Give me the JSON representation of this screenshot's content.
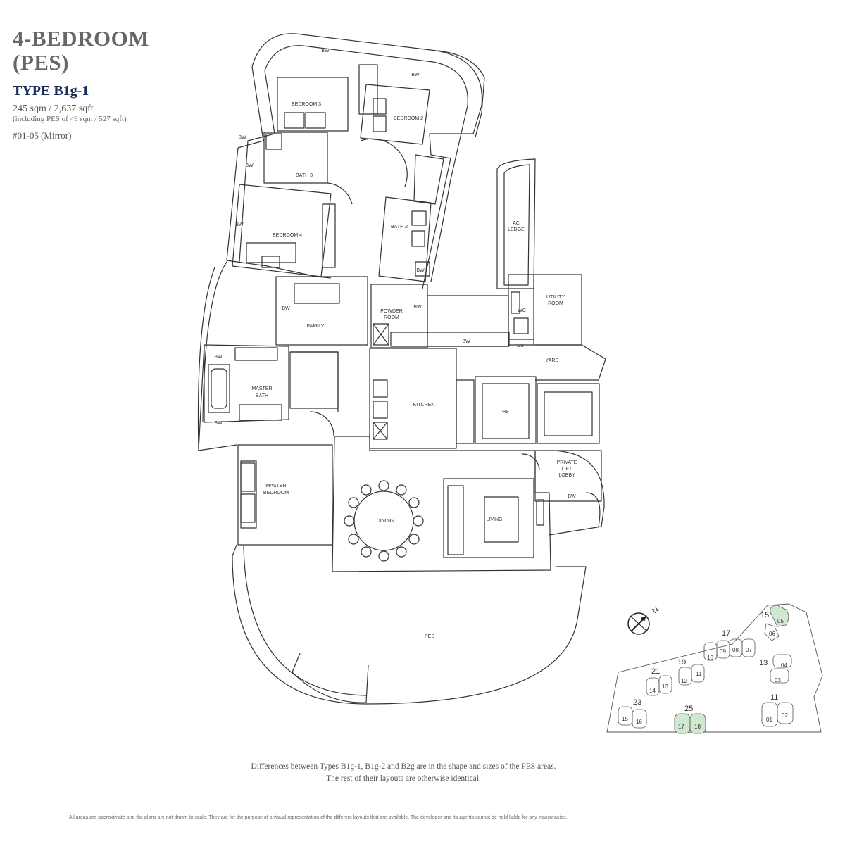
{
  "header": {
    "title_line1": "4-BEDROOM",
    "title_line2": "(PES)",
    "type": "TYPE B1g-1",
    "area": "245 sqm / 2,637 sqft",
    "area_note": "(including PES of 49 sqm / 527 sqft)",
    "unit": "#01-05 (Mirror)"
  },
  "rooms": {
    "bedroom3": "BEDROOM 3",
    "bedroom2": "BEDROOM 2",
    "bedroom4": "BEDROOM 4",
    "bath3": "BATH 3",
    "bath2": "BATH 2",
    "family": "FAMILY",
    "powder1": "POWDER",
    "powder2": "ROOM",
    "ac1": "AC",
    "ac2": "LEDGE",
    "utility1": "UTILITY",
    "utility2": "ROOM",
    "wc": "WC",
    "ds": "DS",
    "yard": "YARD",
    "kitchen": "KITCHEN",
    "hs": "HS",
    "masterbath1": "MASTER",
    "masterbath2": "BATH",
    "masterbed1": "MASTER",
    "masterbed2": "BEDROOM",
    "lobby1": "PRIVATE",
    "lobby2": "LIFT",
    "lobby3": "LOBBY",
    "dining": "DINING",
    "living": "LIVING",
    "pes": "PES",
    "bw": "BW"
  },
  "keyplan": {
    "north": "N",
    "blocks": [
      {
        "label": "15",
        "units": [
          "05",
          "06"
        ],
        "highlight": [
          "05"
        ]
      },
      {
        "label": "17",
        "units": [
          "10",
          "09",
          "08",
          "07"
        ],
        "highlight": []
      },
      {
        "label": "13",
        "units": [
          "04",
          "03"
        ],
        "highlight": []
      },
      {
        "label": "19",
        "units": [
          "12",
          "11"
        ],
        "highlight": []
      },
      {
        "label": "21",
        "units": [
          "14",
          "13"
        ],
        "highlight": []
      },
      {
        "label": "23",
        "units": [
          "15",
          "16"
        ],
        "highlight": []
      },
      {
        "label": "25",
        "units": [
          "17",
          "18"
        ],
        "highlight": [
          "17",
          "18"
        ]
      },
      {
        "label": "11",
        "units": [
          "01",
          "02"
        ],
        "highlight": []
      }
    ],
    "highlight_color": "#cfe8cf"
  },
  "notes": {
    "line1": "Differences between Types B1g-1, B1g-2 and B2g are in the shape and sizes of the PES areas.",
    "line2": "The rest of their layouts are otherwise identical.",
    "disclaimer": "All areas are approximate and the plans are not drawn to scale. They are for the purpose of a visual representation of the different layouts that are available. The developer and its agents cannot be held liable for any inaccuracies."
  }
}
